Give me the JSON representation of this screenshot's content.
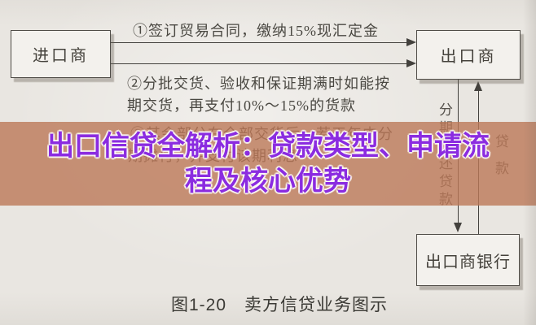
{
  "figure": {
    "caption": "图1-20　卖方信贷业务图示"
  },
  "nodes": {
    "importer": "进口商",
    "exporter": "出口商",
    "exporter_bank": "出口商银行"
  },
  "steps": {
    "step1": "①签订贸易合同，缴纳15%现汇定金",
    "step2_line1": "②分批交货、验收和保证期满时如能按",
    "step2_line2": "期交货，再支付10%～15%的货款",
    "step3_line1": "③其余部分在全部交货后，若干年内分",
    "step3_line2": "期摊付，并支付该期利息"
  },
  "flows": {
    "repay_label": "分期偿还贷款",
    "loan_label": "贷款"
  },
  "overlay": {
    "title_line1": "出口信贷全解析：贷款类型、申请流",
    "title_line2": "程及核心优势",
    "text_color": "#8b2ce0",
    "band_color": "rgba(188,120,87,0.8)"
  }
}
